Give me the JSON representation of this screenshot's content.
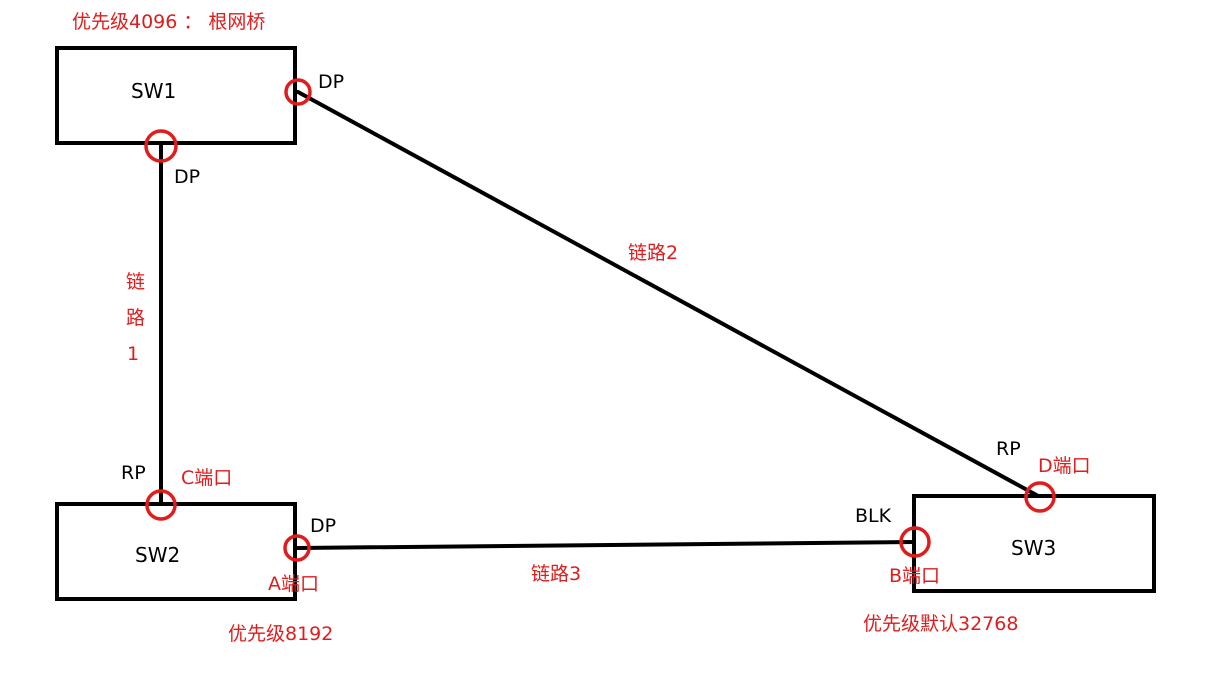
{
  "colors": {
    "annotation": "#e01c1c",
    "line": "#000000",
    "background": "#ffffff"
  },
  "switches": {
    "sw1": {
      "name": "SW1",
      "priority_note": "优先级4096 ： 根网桥"
    },
    "sw2": {
      "name": "SW2",
      "priority_note": "优先级8192"
    },
    "sw3": {
      "name": "SW3",
      "priority_note": "优先级默认32768"
    }
  },
  "links": {
    "link1": {
      "label_chars": [
        "链",
        "路",
        "1"
      ]
    },
    "link2": {
      "label": "链路2"
    },
    "link3": {
      "label": "链路3"
    }
  },
  "ports": {
    "sw1_right": {
      "role": "DP"
    },
    "sw1_bottom": {
      "role": "DP"
    },
    "sw2_top": {
      "role": "RP",
      "name": "C端口"
    },
    "sw2_right": {
      "role": "DP",
      "name": "A端口"
    },
    "sw3_left": {
      "role": "BLK",
      "name": "B端口"
    },
    "sw3_top": {
      "role": "RP",
      "name": "D端口"
    }
  }
}
